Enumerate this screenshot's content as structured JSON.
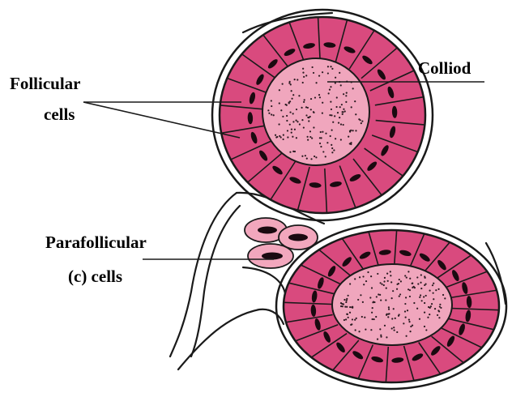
{
  "labels": {
    "colloid": "Colliod",
    "follicular_line1": "Follicular",
    "follicular_line2": "cells",
    "parafollicular_line1": "Parafollicular",
    "parafollicular_line2": "(c) cells"
  },
  "colors": {
    "cell_fill": "#d94a7e",
    "colloid_fill": "#f0a6bd",
    "parafollicular_fill": "#f2a7bd",
    "nucleus": "#1a0a10",
    "outline": "#1a1a1a",
    "background": "#ffffff"
  }
}
